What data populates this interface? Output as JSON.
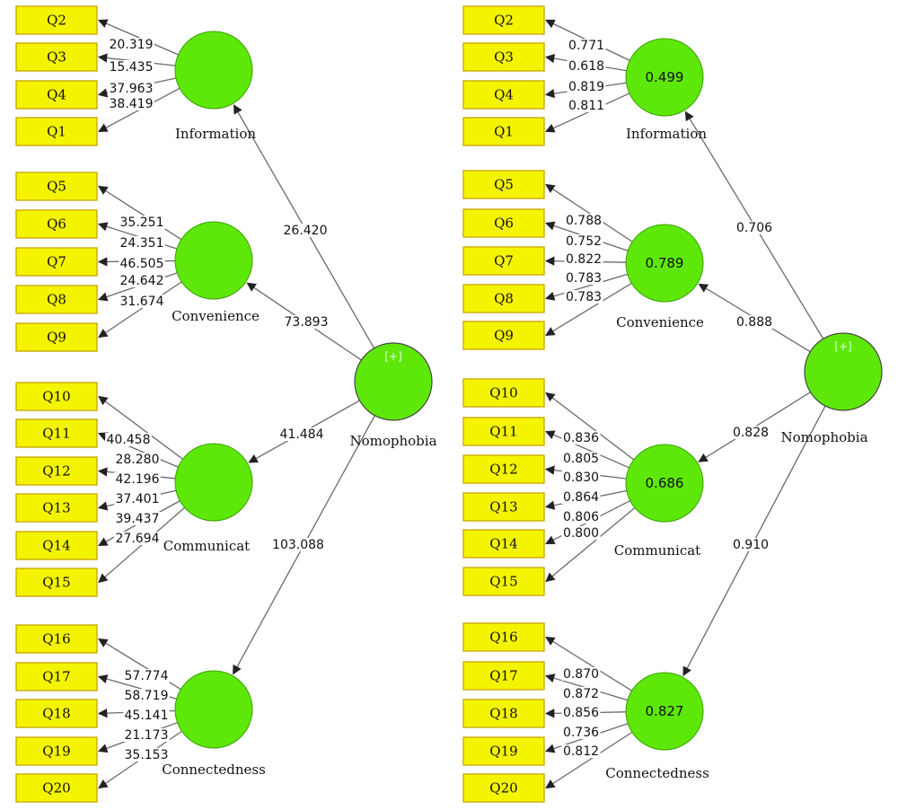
{
  "panels": [
    {
      "constructs": [
        {
          "name": "Information",
          "r2": "",
          "items": [
            "Q2",
            "Q3",
            "Q4",
            "Q1"
          ],
          "loadings": [
            "20.319",
            "15.435",
            "37.963",
            "38.419"
          ],
          "path": "26.420"
        },
        {
          "name": "Convenience",
          "r2": "",
          "items": [
            "Q5",
            "Q6",
            "Q7",
            "Q8",
            "Q9"
          ],
          "loadings": [
            "35.251",
            "24.351",
            "46.505",
            "24.642",
            "31.674"
          ],
          "path": "73.893"
        },
        {
          "name": "Communicat",
          "r2": "",
          "items": [
            "Q10",
            "Q11",
            "Q12",
            "Q13",
            "Q14",
            "Q15"
          ],
          "loadings": [
            "40.458",
            "28.280",
            "42.196",
            "37.401",
            "39.437",
            "27.694"
          ],
          "path": "41.484"
        },
        {
          "name": "Connectedness",
          "r2": "",
          "items": [
            "Q16",
            "Q17",
            "Q18",
            "Q19",
            "Q20"
          ],
          "loadings": [
            "57.774",
            "58.719",
            "45.141",
            "21.173",
            "35.153"
          ],
          "path": "103.088"
        }
      ],
      "exogenous": {
        "name": "Nomophobia",
        "marker": "[+]"
      }
    },
    {
      "constructs": [
        {
          "name": "Information",
          "r2": "0.499",
          "items": [
            "Q2",
            "Q3",
            "Q4",
            "Q1"
          ],
          "loadings": [
            "0.771",
            "0.618",
            "0.819",
            "0.811"
          ],
          "path": "0.706"
        },
        {
          "name": "Convenience",
          "r2": "0.789",
          "items": [
            "Q5",
            "Q6",
            "Q7",
            "Q8",
            "Q9"
          ],
          "loadings": [
            "0.788",
            "0.752",
            "0.822",
            "0.783",
            "0.783"
          ],
          "path": "0.888"
        },
        {
          "name": "Communicat",
          "r2": "0.686",
          "items": [
            "Q10",
            "Q11",
            "Q12",
            "Q13",
            "Q14",
            "Q15"
          ],
          "loadings": [
            "0.836",
            "0.805",
            "0.830",
            "0.864",
            "0.806",
            "0.800"
          ],
          "path": "0.828"
        },
        {
          "name": "Connectedness",
          "r2": "0.827",
          "items": [
            "Q16",
            "Q17",
            "Q18",
            "Q19",
            "Q20"
          ],
          "loadings": [
            "0.870",
            "0.872",
            "0.856",
            "0.736",
            "0.812"
          ],
          "path": "0.910"
        }
      ],
      "exogenous": {
        "name": "Nomophobia",
        "marker": "[+]"
      }
    }
  ],
  "colors": {
    "indicator_fill": "#f4f400",
    "construct_fill": "#5ee80a",
    "arrow": "#6a6a6a"
  }
}
